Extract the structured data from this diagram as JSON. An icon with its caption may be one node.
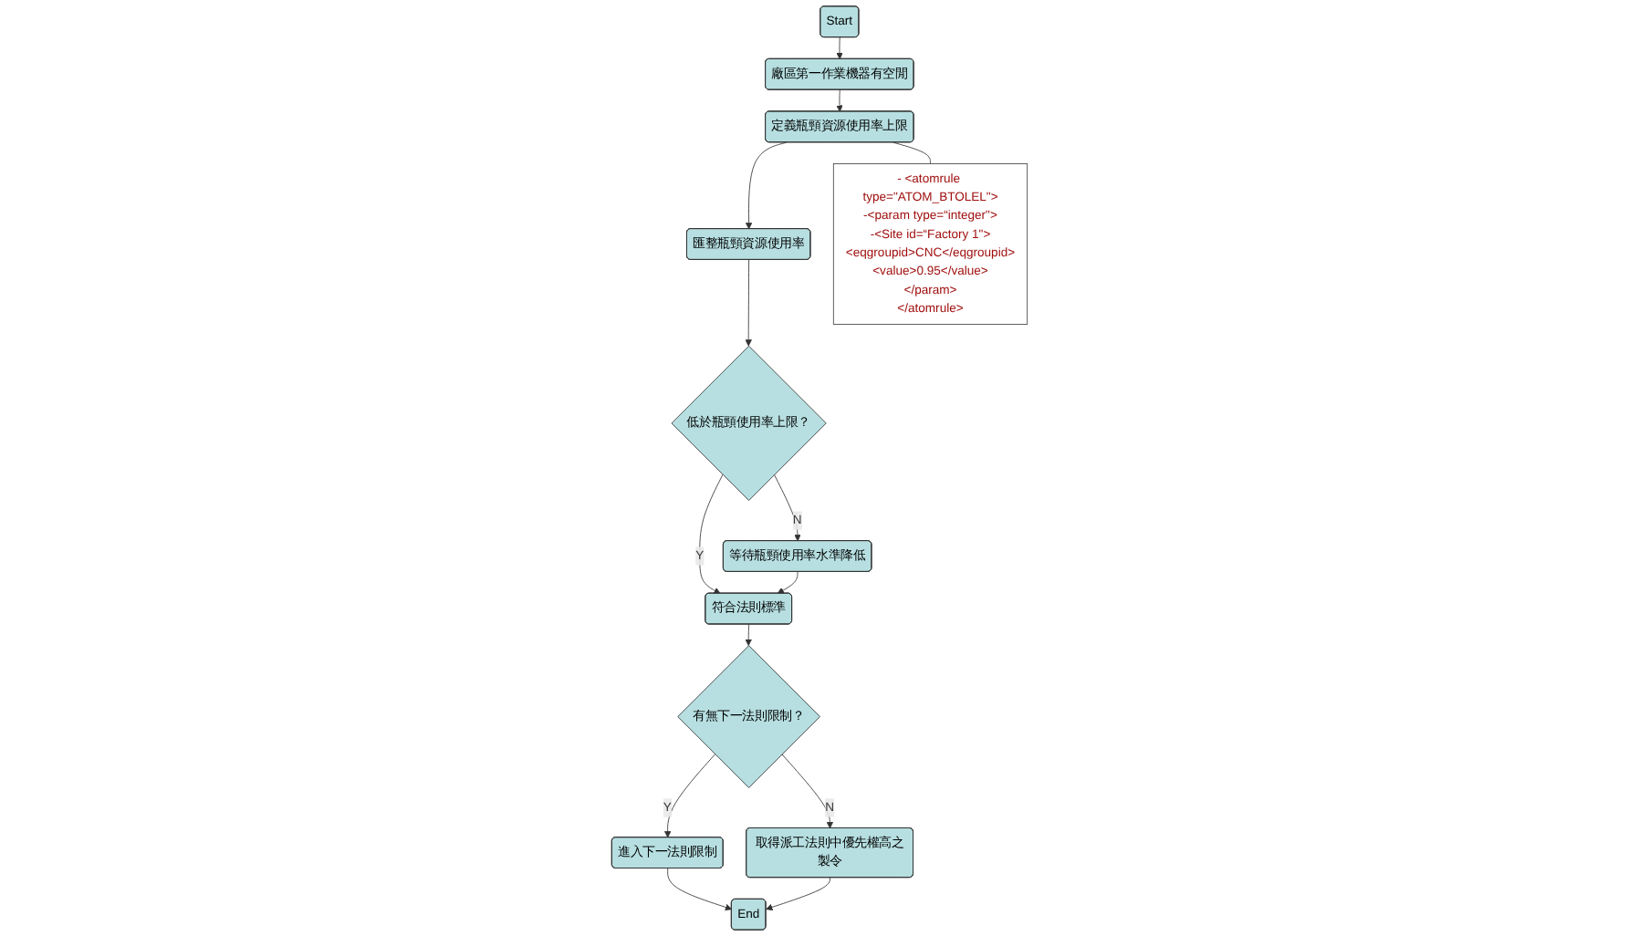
{
  "diagram": {
    "nodes": [
      {
        "text": [
          "Start"
        ]
      },
      {
        "text": [
          "廠區第一作業機器有空閒"
        ]
      },
      {
        "text": [
          "定義瓶頸資源使用率上限"
        ]
      },
      {
        "text": [
          "匯整瓶頸資源使用率"
        ]
      },
      {
        "text": [
          "低於瓶頸使用率上限？"
        ]
      },
      {
        "text": [
          "等待瓶頸使用率水準降低"
        ]
      },
      {
        "text": [
          "符合法則標準"
        ]
      },
      {
        "text": [
          "有無下一法則限制？"
        ]
      },
      {
        "text": [
          "取得派工法則中優先權高之製令"
        ]
      },
      {
        "text": [
          "進入下一法則限制"
        ]
      },
      {
        "text": [
          "End"
        ]
      },
      {
        "text": [
          "- <atomrule type=\"ATOM_BTOLEL\">",
          "-<param type=“integer\">",
          "-<Site id=“Factory 1\">",
          "<eqgroupid>CNC</eqgroupid>",
          "<value>0.95</value>",
          "</param>",
          "</atomrule>"
        ]
      }
    ],
    "edges": [
      {
        "from": 0,
        "to": 1,
        "arrow": "to"
      },
      {
        "from": 1,
        "to": 2,
        "arrow": "to"
      },
      {
        "from": 2,
        "to": 3,
        "arrow": "to"
      },
      {
        "from": 3,
        "to": 4,
        "arrow": "to"
      },
      {
        "from": 4,
        "to": 5,
        "arrow": "to",
        "label": "N"
      },
      {
        "from": 4,
        "to": 6,
        "arrow": "to",
        "label": "Y"
      },
      {
        "from": 5,
        "to": 6,
        "arrow": "to"
      },
      {
        "from": 6,
        "to": 7,
        "arrow": "to"
      },
      {
        "from": 7,
        "to": 8,
        "arrow": "to",
        "label": "N"
      },
      {
        "from": 7,
        "to": 9,
        "arrow": "to",
        "label": "Y"
      },
      {
        "from": 9,
        "to": 10,
        "arrow": "to"
      },
      {
        "from": 8,
        "to": 10,
        "arrow": "to"
      },
      {
        "from": 2,
        "to": 11,
        "arrow": "none"
      }
    ]
  }
}
